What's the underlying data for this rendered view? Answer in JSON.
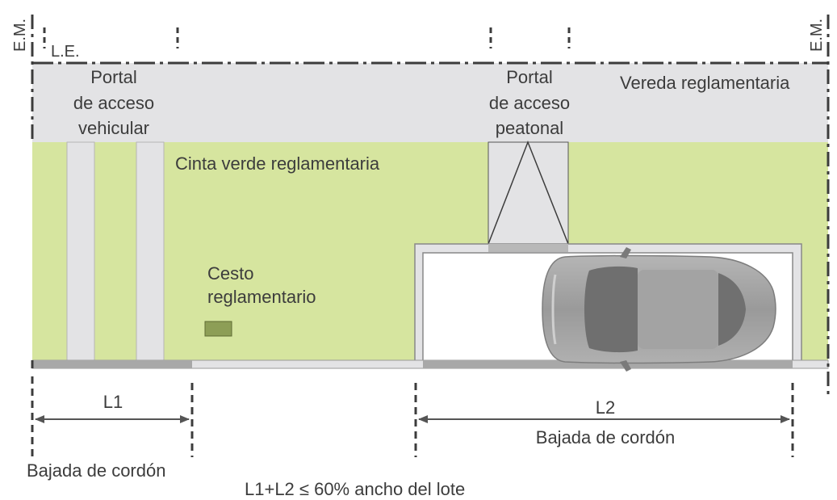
{
  "labels": {
    "em_left": "E.M.",
    "em_right": "E.M.",
    "le": "L.E.",
    "vereda": "Vereda reglamentaria",
    "portal_vehicular": [
      "Portal",
      "de acceso",
      "vehicular"
    ],
    "portal_peatonal": [
      "Portal",
      "de acceso",
      "peatonal"
    ],
    "cinta_verde": "Cinta verde reglamentaria",
    "cesto": [
      "Cesto",
      "reglamentario"
    ],
    "l1": "L1",
    "l2": "L2",
    "bajada_l1": "Bajada de cordón",
    "bajada_l2": "Bajada de cordón",
    "formula": "L1+L2 ≤ 60% ancho del lote"
  },
  "colors": {
    "sidewalk": "#e3e3e5",
    "green_strip": "#d6e59f",
    "trash_bin": "#8d9e56",
    "line": "#3c3c3c",
    "curb": "#a8a8a8",
    "car": "#8c8c8c"
  },
  "icons": {
    "car": "car-top-view-icon"
  }
}
